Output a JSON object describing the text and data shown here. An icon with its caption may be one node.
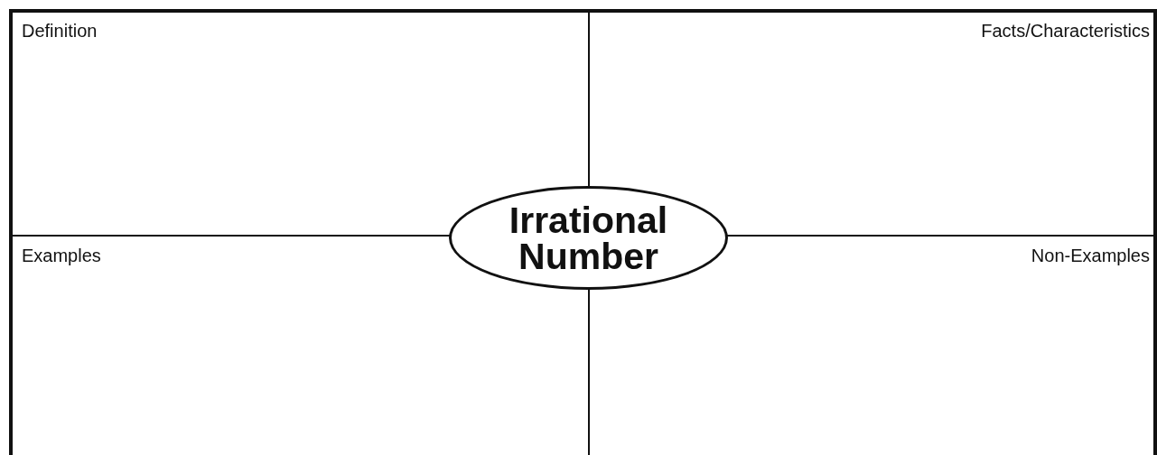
{
  "diagram": {
    "nodes": [
      {
        "text": [
          "Definition"
        ]
      },
      {
        "text": [
          "Facts/Characteristics"
        ]
      },
      {
        "text": [
          "Examples"
        ]
      },
      {
        "text": [
          "Non-Examples"
        ]
      },
      {
        "text": [
          "Irrational Number"
        ]
      }
    ],
    "edges": []
  }
}
